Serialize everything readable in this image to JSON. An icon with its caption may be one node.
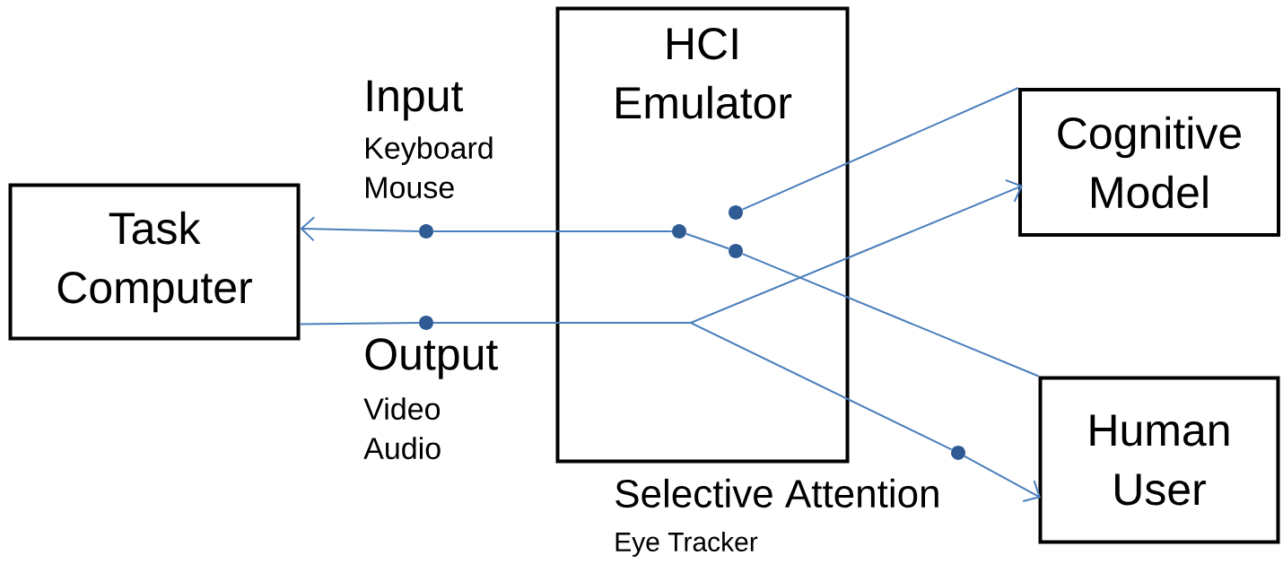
{
  "diagram": {
    "nodes": [
      {
        "text": [
          "Task Computer"
        ]
      },
      {
        "text": [
          "HCI Emulator"
        ]
      },
      {
        "text": [
          "Cognitive Model"
        ]
      },
      {
        "text": [
          "Human User"
        ]
      },
      {
        "text": [],
        "shape": "circle",
        "in": 1
      },
      {
        "text": [],
        "shape": "circle",
        "in": 1
      },
      {
        "text": [],
        "shape": "circle",
        "in": 1
      },
      {
        "text": [],
        "shape": "circle"
      },
      {
        "text": [],
        "shape": "circle"
      },
      {
        "text": [],
        "shape": "circle"
      }
    ],
    "edges": [
      {
        "from": 8,
        "to": 2,
        "arrow": "to"
      },
      {
        "from": 8,
        "to": 9,
        "arrow": "none"
      },
      {
        "from": 9,
        "to": 3,
        "arrow": "to"
      },
      {
        "from": 4,
        "to": 7,
        "arrow": "none"
      },
      {
        "from": 7,
        "to": 0,
        "arrow": "to"
      },
      {
        "from": 2,
        "to": 5,
        "arrow": "none"
      },
      {
        "from": 3,
        "to": 6,
        "arrow": "none"
      },
      {
        "from": 4,
        "to": 6,
        "arrow": "none"
      },
      {
        "from": 0,
        "to": 8,
        "arrow": "none"
      }
    ],
    "labels": [
      "Input",
      "Keyboard Mouse",
      "Output",
      "Video Audio",
      "Selective Attention",
      "Eye Tracker"
    ]
  }
}
